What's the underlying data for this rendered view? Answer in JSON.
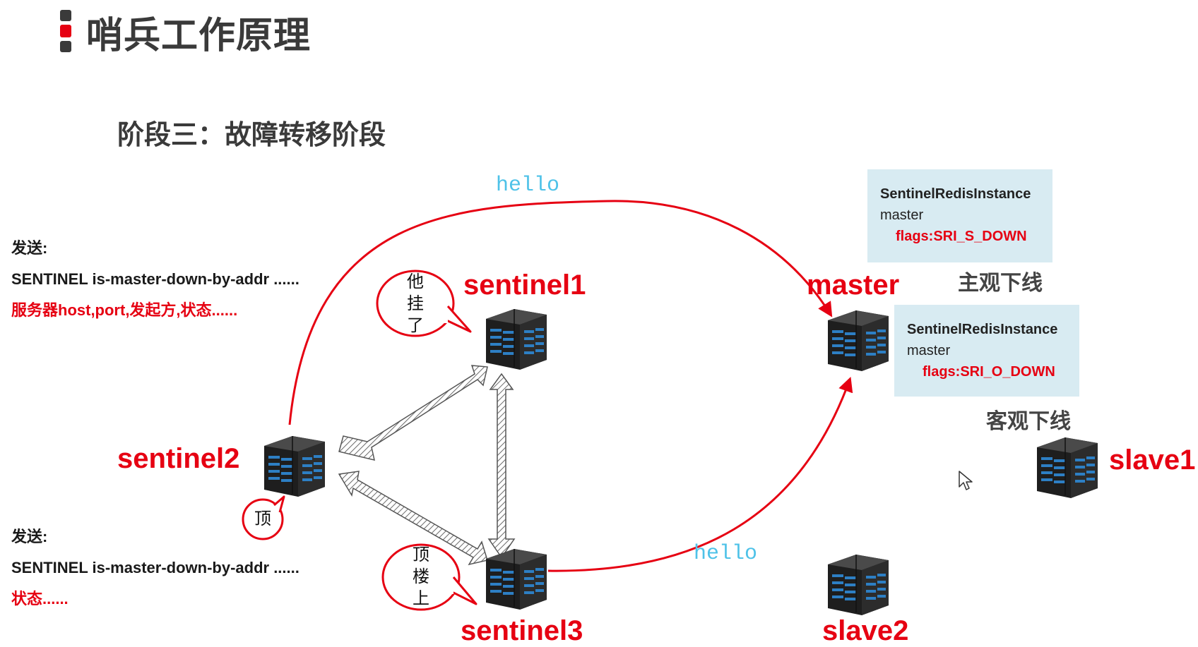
{
  "title": "哨兵工作原理",
  "subtitle": "阶段三：故障转移阶段",
  "colors": {
    "accent_red": "#e60012",
    "hello_blue": "#4ec2e8",
    "box_bg": "#d8ebf2",
    "title_gray": "#3a3a3a"
  },
  "left_top": {
    "heading": "发送:",
    "command": "SENTINEL is-master-down-by-addr ......",
    "detail": "服务器host,port,发起方,状态......"
  },
  "left_bottom": {
    "heading": "发送:",
    "command": "SENTINEL is-master-down-by-addr ......",
    "detail": "状态......"
  },
  "nodes": {
    "sentinel1": "sentinel1",
    "sentinel2": "sentinel2",
    "sentinel3": "sentinel3",
    "master": "master",
    "slave1": "slave1",
    "slave2": "slave2"
  },
  "hello_top": "hello",
  "hello_bottom": "hello",
  "box_sdown": {
    "class_name": "SentinelRedisInstance",
    "role": "master",
    "flags": "flags:SRI_S_DOWN"
  },
  "box_odown": {
    "class_name": "SentinelRedisInstance",
    "role": "master",
    "flags": "flags:SRI_O_DOWN"
  },
  "state_sdown": "主观下线",
  "state_odown": "客观下线",
  "bubble_sentinel1": [
    "他",
    "挂",
    "了"
  ],
  "bubble_sentinel2": "顶",
  "bubble_sentinel3": [
    "顶",
    "楼",
    "上"
  ],
  "icons": [
    "server-rack-icon",
    "mouse-pointer-icon",
    "title-marker-icon"
  ]
}
